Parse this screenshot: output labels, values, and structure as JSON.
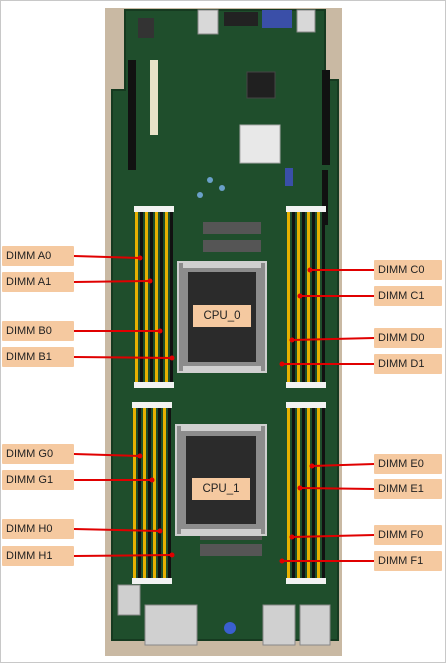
{
  "colors": {
    "label_fill": "#f5c9a0",
    "leader": "#e00000",
    "pcb": "#1f4e2c",
    "dimm_slot": "#e6b000",
    "socket": "#9a9a9a"
  },
  "cpus": [
    {
      "id": "cpu0",
      "label": "CPU_0"
    },
    {
      "id": "cpu1",
      "label": "CPU_1"
    }
  ],
  "dimm_labels": [
    {
      "id": "a0",
      "text": "DIMM A0"
    },
    {
      "id": "a1",
      "text": "DIMM A1"
    },
    {
      "id": "b0",
      "text": "DIMM B0"
    },
    {
      "id": "b1",
      "text": "DIMM B1"
    },
    {
      "id": "c0",
      "text": "DIMM C0"
    },
    {
      "id": "c1",
      "text": "DIMM C1"
    },
    {
      "id": "d0",
      "text": "DIMM D0"
    },
    {
      "id": "d1",
      "text": "DIMM D1"
    },
    {
      "id": "g0",
      "text": "DIMM G0"
    },
    {
      "id": "g1",
      "text": "DIMM G1"
    },
    {
      "id": "h0",
      "text": "DIMM H0"
    },
    {
      "id": "h1",
      "text": "DIMM H1"
    },
    {
      "id": "e0",
      "text": "DIMM E0"
    },
    {
      "id": "e1",
      "text": "DIMM E1"
    },
    {
      "id": "f0",
      "text": "DIMM F0"
    },
    {
      "id": "f1",
      "text": "DIMM F1"
    }
  ]
}
